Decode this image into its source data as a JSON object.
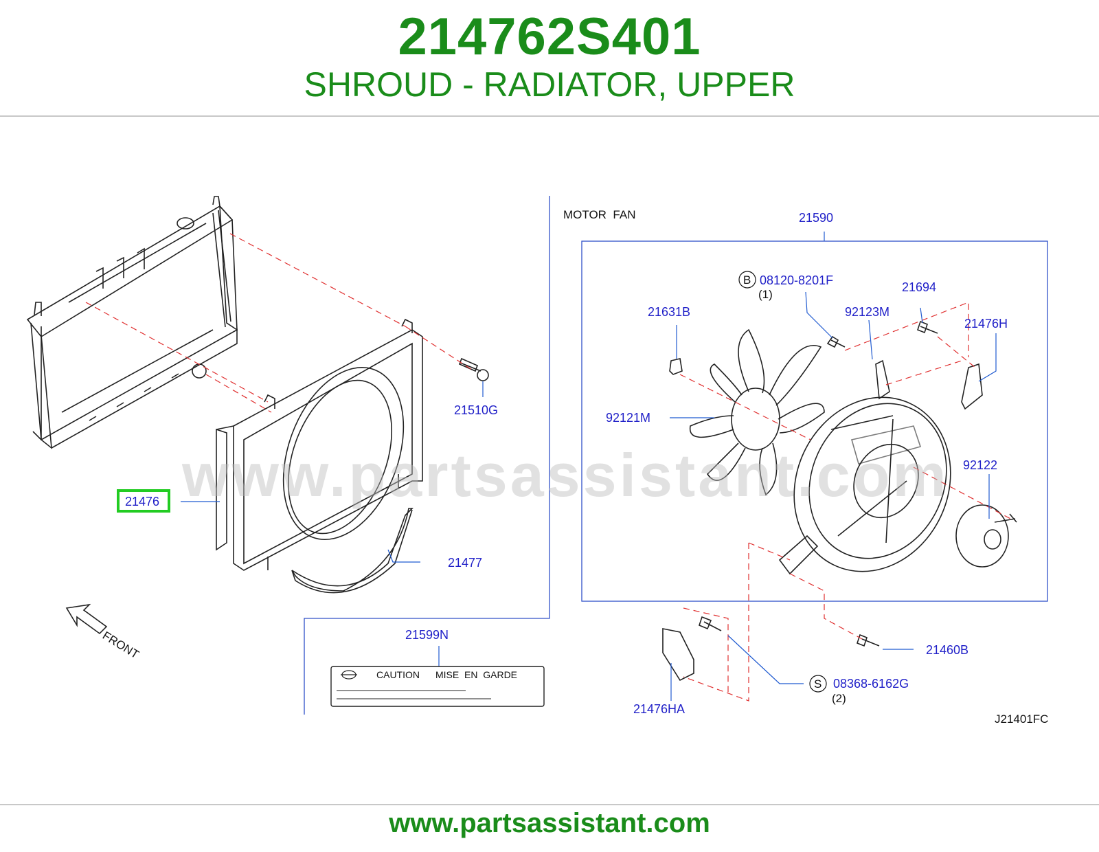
{
  "header": {
    "part_number": "214762S401",
    "description": "SHROUD - RADIATOR, UPPER"
  },
  "footer": {
    "url": "www.partsassistant.com"
  },
  "diagram": {
    "watermark": "www.partsassistant.com",
    "section_title": "MOTOR  FAN",
    "front_label": "FRONT",
    "diagram_code": "J21401FC",
    "highlight_color": "#22cc22",
    "label_color": "#1f1fc8",
    "callouts": {
      "c21476": "21476",
      "c21477": "21477",
      "c21510G": "21510G",
      "c21599N": "21599N",
      "c21590": "21590",
      "c21631B": "21631B",
      "c08120": "08120-8201F",
      "c08120_qty": "(1)",
      "c08120_prefix": "B",
      "c21694": "21694",
      "c92123M": "92123M",
      "c21476H": "21476H",
      "c92121M": "92121M",
      "c92122": "92122",
      "c21460B": "21460B",
      "c08368": "08368-6162G",
      "c08368_qty": "(2)",
      "c08368_prefix": "S",
      "c21476HA": "21476HA"
    },
    "caution_label": {
      "caution": "CAUTION",
      "mise": "MISE  EN  GARDE"
    }
  }
}
